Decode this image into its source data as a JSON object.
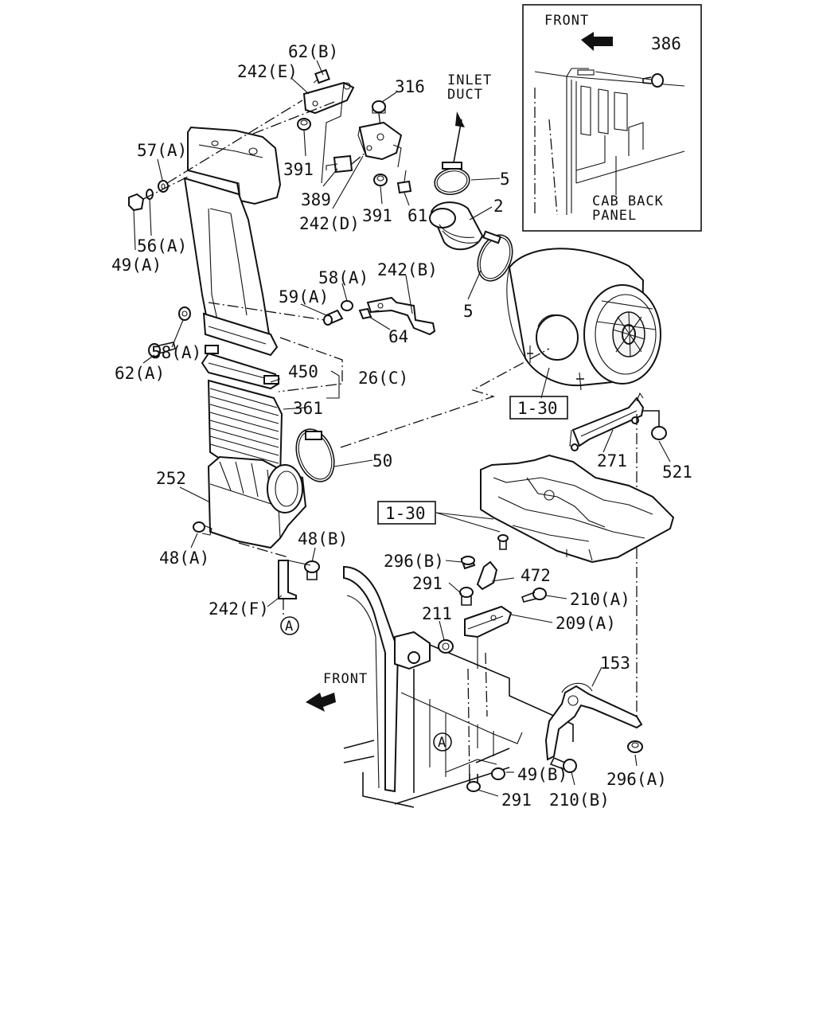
{
  "callouts": {
    "c62b": "62(B)",
    "c242e": "242(E)",
    "c316": "316",
    "inlet1": "INLET",
    "inlet2": "DUCT",
    "c57a": "57(A)",
    "c391a": "391",
    "c389": "389",
    "c242d": "242(D)",
    "c391b": "391",
    "c61": "61",
    "c5a": "5",
    "c2": "2",
    "c5b": "5",
    "c49a": "49(A)",
    "c56a": "56(A)",
    "c58a1": "58(A)",
    "c242b": "242(B)",
    "c59a": "59(A)",
    "c64": "64",
    "c58a2": "58(A)",
    "c62a": "62(A)",
    "c450": "450",
    "c26c": "26(C)",
    "c361": "361",
    "ref130a": "1-30",
    "c50": "50",
    "c252": "252",
    "c271": "271",
    "c521": "521",
    "ref130b": "1-30",
    "c48b": "48(B)",
    "c48a": "48(A)",
    "c242f": "242(F)",
    "circA1": "A",
    "c296b": "296(B)",
    "c472": "472",
    "c291a": "291",
    "c210a": "210(A)",
    "c211": "211",
    "c209a": "209(A)",
    "front_main": "FRONT",
    "c153": "153",
    "circA2": "A",
    "c49b": "49(B)",
    "c296a": "296(A)",
    "c291b": "291",
    "c210b": "210(B)"
  },
  "inset": {
    "front": "FRONT",
    "c386": "386",
    "cab1": "CAB BACK",
    "cab2": "PANEL"
  }
}
